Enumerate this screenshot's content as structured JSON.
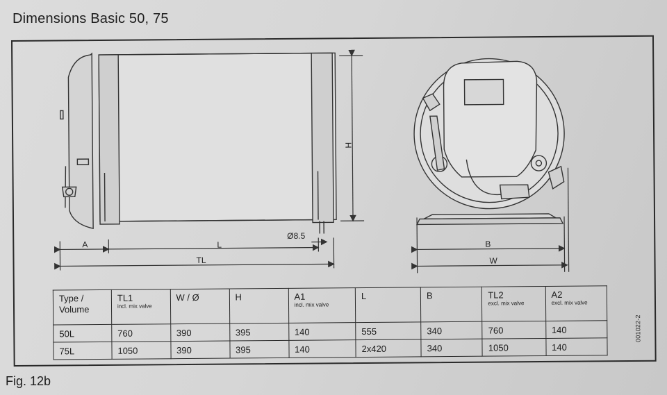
{
  "header": {
    "title": "Dimensions Basic 50, 75"
  },
  "diagram": {
    "labels": {
      "a": "A",
      "l": "L",
      "tl": "TL",
      "h": "H",
      "hole": "Ø8.5",
      "b": "B",
      "w": "W"
    }
  },
  "table": {
    "headers": [
      {
        "main": "Type /",
        "sub": "Volume"
      },
      {
        "main": "TL1",
        "sub": "incl. mix valve"
      },
      {
        "main": "W / Ø",
        "sub": ""
      },
      {
        "main": "H",
        "sub": ""
      },
      {
        "main": "A1",
        "sub": "incl. mix valve"
      },
      {
        "main": "L",
        "sub": ""
      },
      {
        "main": "B",
        "sub": ""
      },
      {
        "main": "TL2",
        "sub": "excl. mix valve"
      },
      {
        "main": "A2",
        "sub": "excl. mix valve"
      }
    ],
    "rows": [
      [
        "50L",
        "760",
        "390",
        "395",
        "140",
        "555",
        "340",
        "760",
        "140"
      ],
      [
        "75L",
        "1050",
        "390",
        "395",
        "140",
        "2x420",
        "340",
        "1050",
        "140"
      ]
    ]
  },
  "footer": {
    "fig_ref": "001022-2",
    "caption": "Fig. 12b"
  }
}
